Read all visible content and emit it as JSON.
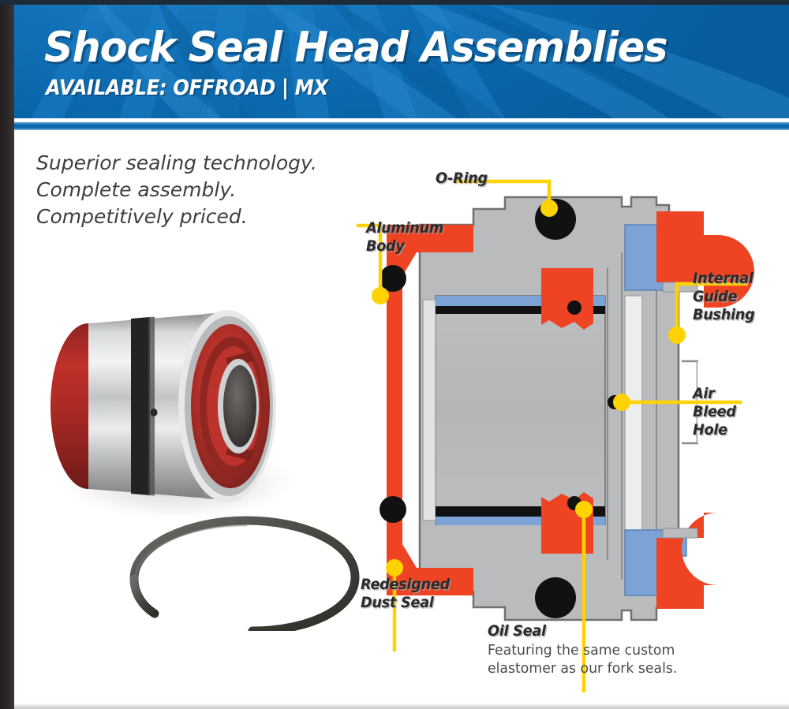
{
  "page": {
    "background_color": "#ffffff",
    "edge_color": "#231f20"
  },
  "header": {
    "title": "Shock Seal Head Assemblies",
    "subtitle": "AVAILABLE: OFFROAD | MX",
    "background_color": "#0b67ab",
    "accent_color": "#1a7cc4",
    "text_color": "#ffffff"
  },
  "intro": {
    "lines": [
      "Superior sealing technology.",
      "Complete assembly.",
      "Competitively priced."
    ]
  },
  "product_photo": {
    "alt": "shock seal head assembly and snap ring",
    "parts": [
      "seal-head-body",
      "snap-ring"
    ],
    "body_color": "#c9cacc",
    "seal_color": "#b02a24",
    "oring_color": "#2c2a27"
  },
  "diagram": {
    "alt": "cross-section of shock seal head assembly",
    "colors": {
      "aluminum_body": "#b9bbbd",
      "seal_red": "#ee4423",
      "bushing_blue": "#7ba3d6",
      "oring_black": "#111111",
      "outline": "#6f7174",
      "leader_yellow": "#ffd200",
      "highlight_gray": "#d8d9da"
    },
    "callouts": [
      {
        "id": "o-ring",
        "label": "O-Ring",
        "marker": "yellow-dot"
      },
      {
        "id": "aluminum-body",
        "label": "Aluminum\nBody",
        "marker": "yellow-dot"
      },
      {
        "id": "internal-guide-bushing",
        "label": "Internal\nGuide\nBushing",
        "marker": "yellow-dot"
      },
      {
        "id": "air-bleed-hole",
        "label": "Air\nBleed\nHole",
        "marker": "yellow-dot"
      },
      {
        "id": "redesigned-dust-seal",
        "label": "Redesigned\nDust Seal",
        "marker": "yellow-dot"
      },
      {
        "id": "oil-seal",
        "label": "Oil Seal",
        "marker": "yellow-dot",
        "sub_caption": "Featuring the same custom\nelastomer as our fork seals."
      }
    ]
  }
}
